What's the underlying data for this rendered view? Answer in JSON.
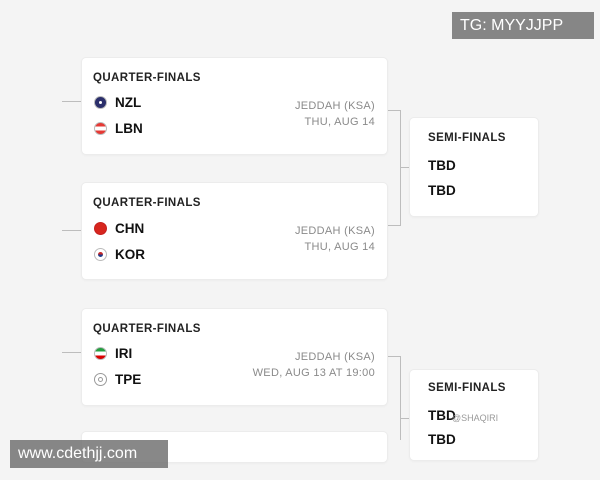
{
  "watermarks": {
    "top_right": "TG: MYYJJPP",
    "bottom_left": "www.cdethjj.com",
    "overlay_small": "@SHAQIRI"
  },
  "quarter_finals": [
    {
      "round_label": "QUARTER-FINALS",
      "teams": [
        {
          "code": "NZL",
          "flag": "nzl-flag-icon"
        },
        {
          "code": "LBN",
          "flag": "lbn-flag-icon"
        }
      ],
      "venue": "JEDDAH (KSA)",
      "date": "THU, AUG 14"
    },
    {
      "round_label": "QUARTER-FINALS",
      "teams": [
        {
          "code": "CHN",
          "flag": "chn-flag-icon"
        },
        {
          "code": "KOR",
          "flag": "kor-flag-icon"
        }
      ],
      "venue": "JEDDAH (KSA)",
      "date": "THU, AUG 14"
    },
    {
      "round_label": "QUARTER-FINALS",
      "teams": [
        {
          "code": "IRI",
          "flag": "iri-flag-icon"
        },
        {
          "code": "TPE",
          "flag": "tpe-flag-icon"
        }
      ],
      "venue": "JEDDAH (KSA)",
      "date": "WED, AUG 13 AT 19:00"
    }
  ],
  "semi_finals": [
    {
      "round_label": "SEMI-FINALS",
      "teams": [
        "TBD",
        "TBD"
      ]
    },
    {
      "round_label": "SEMI-FINALS",
      "teams": [
        "TBD",
        "TBD"
      ]
    }
  ],
  "colors": {
    "background": "#f4f4f4",
    "card": "#ffffff",
    "connector": "#bdbdbd",
    "muted_text": "#8a8a8a"
  }
}
